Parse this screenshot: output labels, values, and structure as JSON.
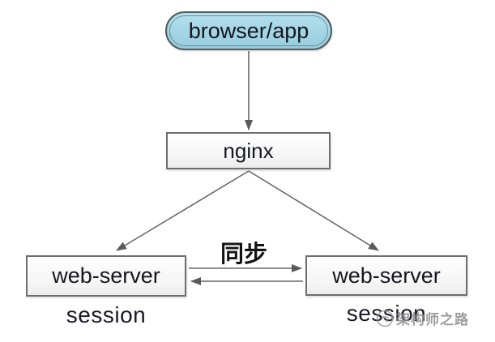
{
  "diagram": {
    "nodes": {
      "browser": {
        "label": "browser/app",
        "shape": "rounded-pill",
        "fill": "#a3d5e4"
      },
      "nginx": {
        "label": "nginx",
        "shape": "rectangle",
        "fill": "#f5f5f5"
      },
      "web_server_left": {
        "label": "web-server",
        "shape": "rectangle",
        "fill": "#f5f5f5"
      },
      "web_server_right": {
        "label": "web-server",
        "shape": "rectangle",
        "fill": "#f5f5f5"
      },
      "session_left": {
        "label": "session"
      },
      "session_right": {
        "label": "session"
      }
    },
    "edges": [
      {
        "from": "browser",
        "to": "nginx",
        "type": "arrow"
      },
      {
        "from": "nginx",
        "to": "web_server_left",
        "type": "arrow"
      },
      {
        "from": "nginx",
        "to": "web_server_right",
        "type": "arrow"
      },
      {
        "from": "web_server_left",
        "to": "web_server_right",
        "type": "arrow",
        "label": "同步"
      },
      {
        "from": "web_server_right",
        "to": "web_server_left",
        "type": "arrow"
      }
    ],
    "sync_label": "同步"
  },
  "watermark": {
    "text": "架构师之路",
    "logo_icon": "architect-road-logo"
  },
  "colors": {
    "node_fill_blue": "#a3d5e4",
    "box_fill": "#f5f5f5",
    "border": "#6d6d6d",
    "arrow": "#5f5f5f",
    "text": "#161620",
    "watermark": "#8d8d8d",
    "background": "#ffffff"
  }
}
